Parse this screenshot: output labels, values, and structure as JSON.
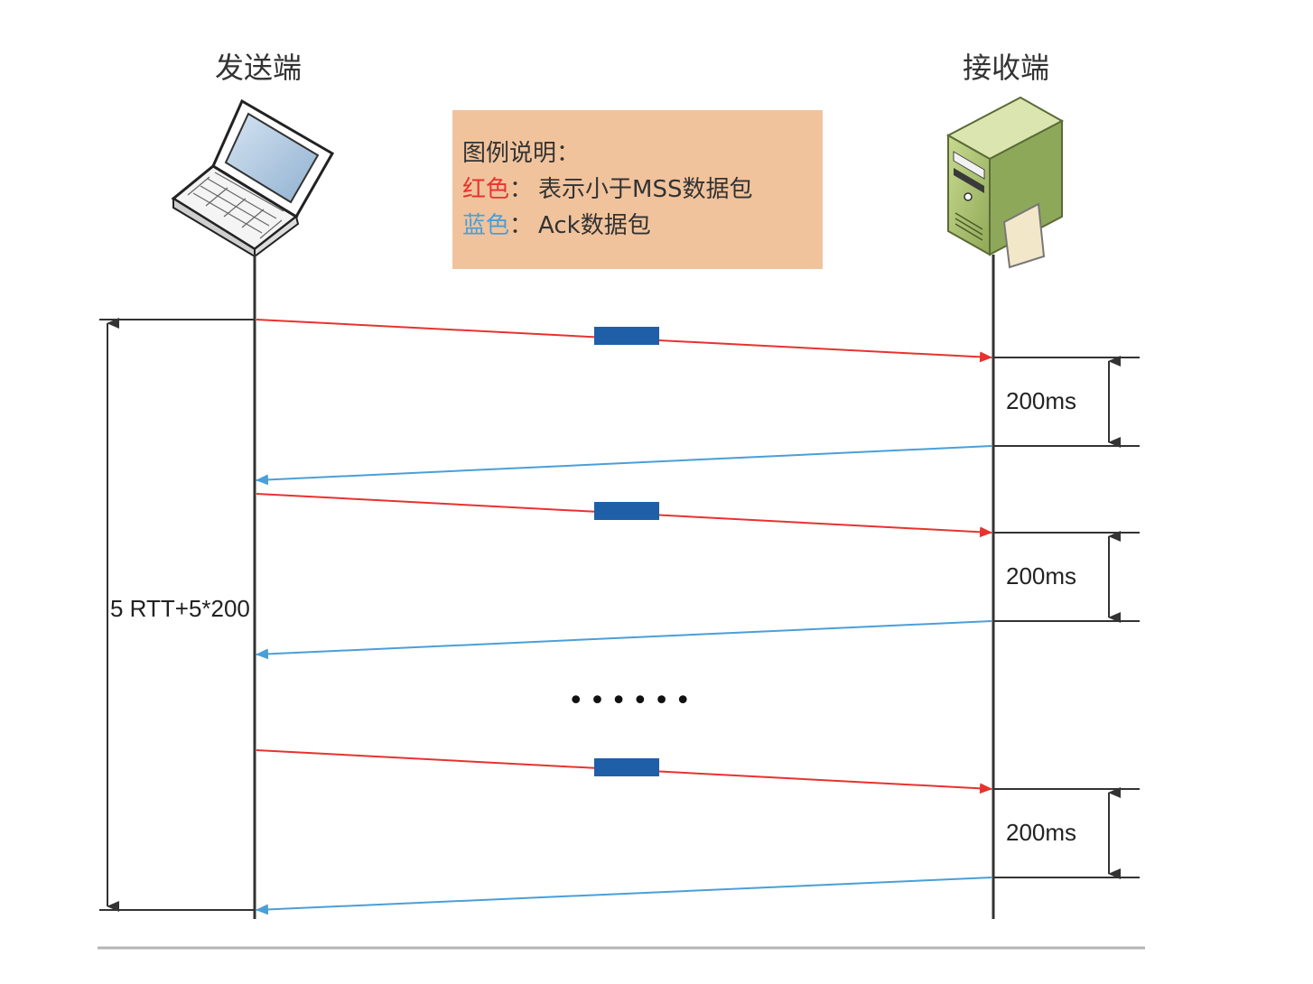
{
  "sender": {
    "title": "发送端",
    "icon": "laptop-icon"
  },
  "receiver": {
    "title": "接收端",
    "icon": "server-icon"
  },
  "legend": {
    "heading": "图例说明：",
    "red_label": "红色",
    "red_sep": "：",
    "red_desc": "表示小于MSS数据包",
    "blue_label": "蓝色",
    "blue_sep": "：",
    "blue_desc": "Ack数据包",
    "background": "#f1c39c",
    "red_color": "#e8322f",
    "blue_color": "#4a9fd8"
  },
  "colors": {
    "data_packet": "#e8322f",
    "ack_packet": "#4a9fd8",
    "packet_block": "#1f5fa8"
  },
  "delay_label": "200ms",
  "total_label": "5 RTT+5*200",
  "ellipsis": "••••••"
}
